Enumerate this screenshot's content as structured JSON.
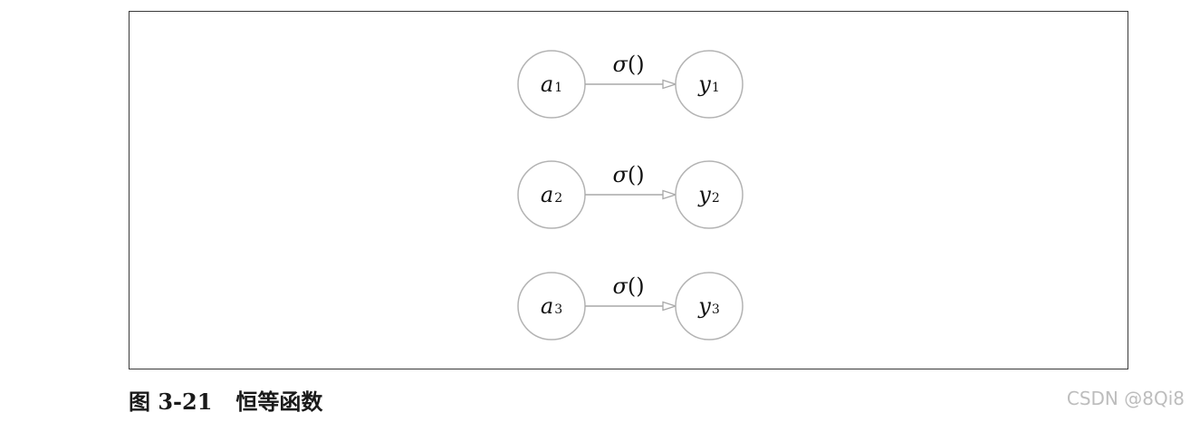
{
  "diagram": {
    "rows": [
      {
        "input": {
          "symbol": "a",
          "subscript": "1"
        },
        "function": {
          "symbol": "σ",
          "args": "()"
        },
        "output": {
          "symbol": "y",
          "subscript": "1"
        }
      },
      {
        "input": {
          "symbol": "a",
          "subscript": "2"
        },
        "function": {
          "symbol": "σ",
          "args": "()"
        },
        "output": {
          "symbol": "y",
          "subscript": "2"
        }
      },
      {
        "input": {
          "symbol": "a",
          "subscript": "3"
        },
        "function": {
          "symbol": "σ",
          "args": "()"
        },
        "output": {
          "symbol": "y",
          "subscript": "3"
        }
      }
    ]
  },
  "caption": {
    "figure_label": "图 3-21",
    "title": "恒等函数"
  },
  "watermark": "CSDN @8Qi8"
}
